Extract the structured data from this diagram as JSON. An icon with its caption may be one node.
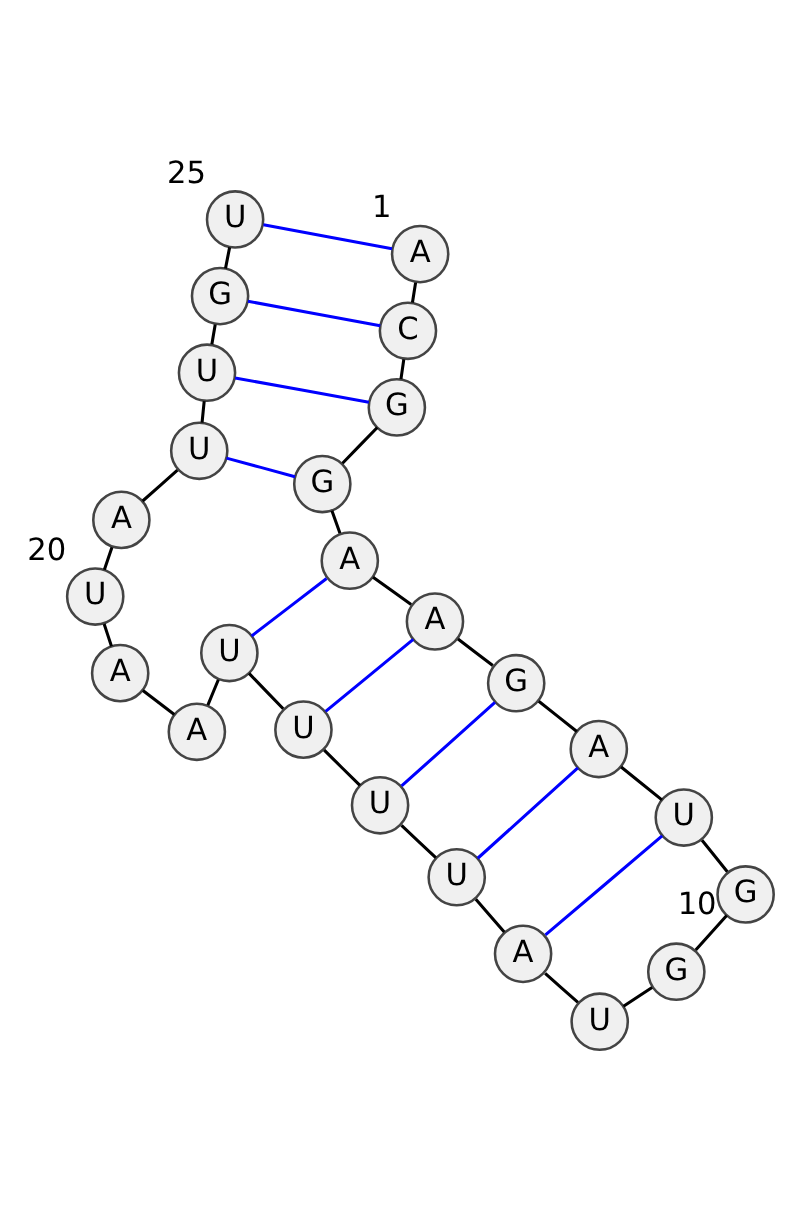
{
  "diagram": {
    "nodes": [
      {
        "text": [
          "A"
        ],
        "beside": [
          "1"
        ]
      },
      {
        "text": [
          "C"
        ]
      },
      {
        "text": [
          "G"
        ]
      },
      {
        "text": [
          "G"
        ]
      },
      {
        "text": [
          "A"
        ]
      },
      {
        "text": [
          "A"
        ]
      },
      {
        "text": [
          "G"
        ]
      },
      {
        "text": [
          "A"
        ]
      },
      {
        "text": [
          "U"
        ]
      },
      {
        "text": [
          "G"
        ],
        "beside": [
          "10"
        ]
      },
      {
        "text": [
          "G"
        ]
      },
      {
        "text": [
          "U"
        ]
      },
      {
        "text": [
          "A"
        ]
      },
      {
        "text": [
          "U"
        ]
      },
      {
        "text": [
          "U"
        ]
      },
      {
        "text": [
          "U"
        ]
      },
      {
        "text": [
          "U"
        ]
      },
      {
        "text": [
          "A"
        ]
      },
      {
        "text": [
          "A"
        ]
      },
      {
        "text": [
          "U"
        ],
        "beside": [
          "20"
        ]
      },
      {
        "text": [
          "A"
        ]
      },
      {
        "text": [
          "U"
        ]
      },
      {
        "text": [
          "U"
        ]
      },
      {
        "text": [
          "G"
        ]
      },
      {
        "text": [
          "U"
        ],
        "beside": [
          "25"
        ]
      }
    ],
    "edges": [
      {
        "from": 0,
        "to": 1,
        "arrow": "none"
      },
      {
        "from": 1,
        "to": 2,
        "arrow": "none"
      },
      {
        "from": 2,
        "to": 3,
        "arrow": "none"
      },
      {
        "from": 3,
        "to": 4,
        "arrow": "none"
      },
      {
        "from": 4,
        "to": 5,
        "arrow": "none"
      },
      {
        "from": 5,
        "to": 6,
        "arrow": "none"
      },
      {
        "from": 6,
        "to": 7,
        "arrow": "none"
      },
      {
        "from": 7,
        "to": 8,
        "arrow": "none"
      },
      {
        "from": 8,
        "to": 9,
        "arrow": "none"
      },
      {
        "from": 9,
        "to": 10,
        "arrow": "none"
      },
      {
        "from": 10,
        "to": 11,
        "arrow": "none"
      },
      {
        "from": 11,
        "to": 12,
        "arrow": "none"
      },
      {
        "from": 12,
        "to": 13,
        "arrow": "none"
      },
      {
        "from": 13,
        "to": 14,
        "arrow": "none"
      },
      {
        "from": 14,
        "to": 15,
        "arrow": "none"
      },
      {
        "from": 15,
        "to": 16,
        "arrow": "none"
      },
      {
        "from": 16,
        "to": 17,
        "arrow": "none"
      },
      {
        "from": 17,
        "to": 18,
        "arrow": "none"
      },
      {
        "from": 18,
        "to": 19,
        "arrow": "none"
      },
      {
        "from": 19,
        "to": 20,
        "arrow": "none"
      },
      {
        "from": 20,
        "to": 21,
        "arrow": "none"
      },
      {
        "from": 21,
        "to": 22,
        "arrow": "none"
      },
      {
        "from": 22,
        "to": 23,
        "arrow": "none"
      },
      {
        "from": 23,
        "to": 24,
        "arrow": "none"
      },
      {
        "from": 0,
        "to": 24,
        "arrow": "none",
        "color": "#0000ff"
      },
      {
        "from": 1,
        "to": 23,
        "arrow": "none",
        "color": "#0000ff"
      },
      {
        "from": 2,
        "to": 22,
        "arrow": "none",
        "color": "#0000ff"
      },
      {
        "from": 3,
        "to": 21,
        "arrow": "none",
        "color": "#0000ff"
      },
      {
        "from": 4,
        "to": 16,
        "arrow": "none",
        "color": "#0000ff"
      },
      {
        "from": 5,
        "to": 15,
        "arrow": "none",
        "color": "#0000ff"
      },
      {
        "from": 6,
        "to": 14,
        "arrow": "none",
        "color": "#0000ff"
      },
      {
        "from": 7,
        "to": 13,
        "arrow": "none",
        "color": "#0000ff"
      },
      {
        "from": 8,
        "to": 12,
        "arrow": "none",
        "color": "#0000ff"
      }
    ]
  }
}
